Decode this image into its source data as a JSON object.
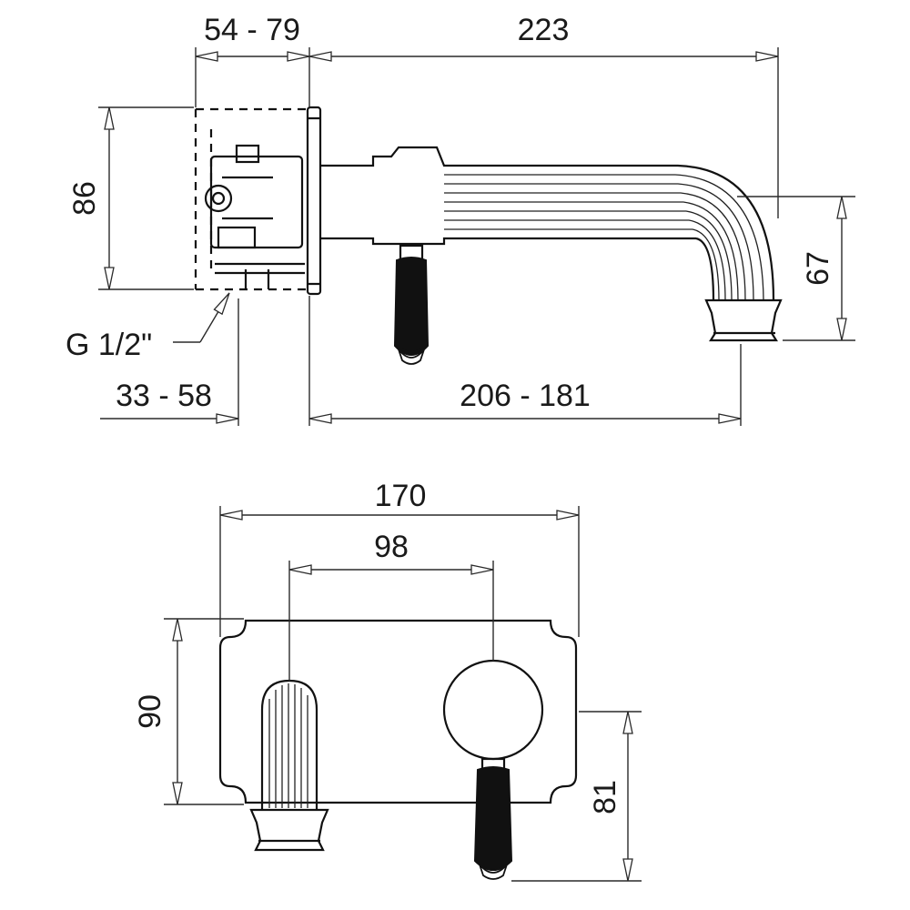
{
  "side_view": {
    "dimensions": {
      "body_depth": "54 - 79",
      "total_length": "223",
      "body_height": "86",
      "spout_height": "67",
      "connection": "G 1/2\"",
      "rear_offset": "33 - 58",
      "spout_reach": "206 - 181"
    }
  },
  "front_view": {
    "dimensions": {
      "plate_width": "170",
      "centers": "98",
      "plate_height": "90",
      "handle_height": "81"
    }
  },
  "colors": {
    "line": "#111111",
    "background": "#ffffff"
  }
}
